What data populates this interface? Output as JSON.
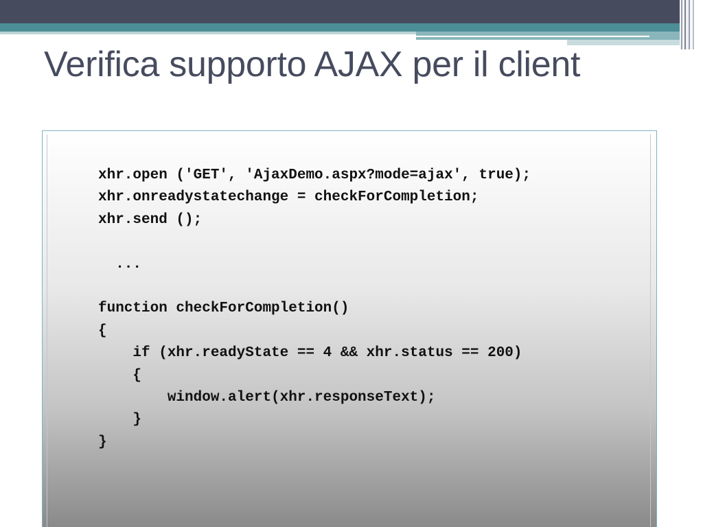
{
  "slide": {
    "title": "Verifica supporto AJAX per il client"
  },
  "code": {
    "lines": [
      "xhr.open ('GET', 'AjaxDemo.aspx?mode=ajax', true);",
      "xhr.onreadystatechange = checkForCompletion;",
      "xhr.send ();",
      "",
      "  ...",
      "",
      "function checkForCompletion()",
      "{",
      "    if (xhr.readyState == 4 && xhr.status == 200)",
      "    {",
      "        window.alert(xhr.responseText);",
      "    }",
      "}"
    ]
  },
  "colors": {
    "header_dark": "#464b5e",
    "header_teal": "#4c8e96",
    "title_text": "#464b5e",
    "box_border": "#7fb1bd"
  }
}
